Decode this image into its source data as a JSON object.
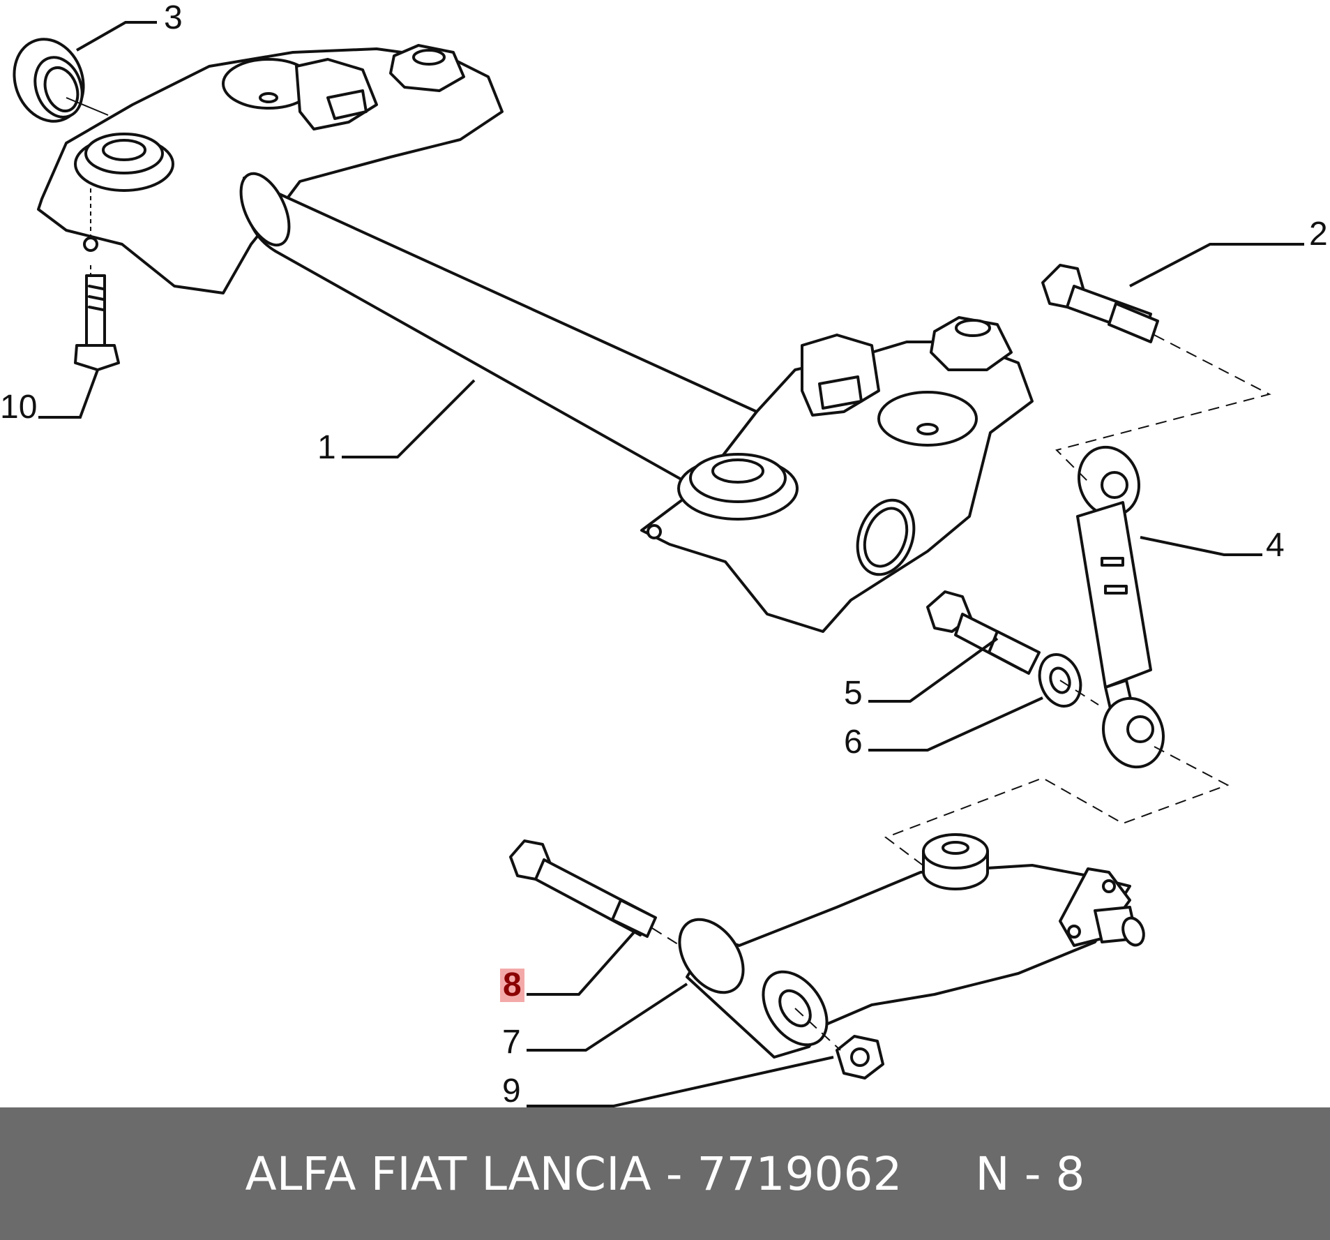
{
  "callouts": [
    {
      "id": "1",
      "label": "1"
    },
    {
      "id": "2",
      "label": "2"
    },
    {
      "id": "3",
      "label": "3"
    },
    {
      "id": "4",
      "label": "4"
    },
    {
      "id": "5",
      "label": "5"
    },
    {
      "id": "6",
      "label": "6"
    },
    {
      "id": "7",
      "label": "7"
    },
    {
      "id": "8",
      "label": "8",
      "highlighted": true
    },
    {
      "id": "9",
      "label": "9"
    },
    {
      "id": "10",
      "label": "10"
    }
  ],
  "footer": {
    "brand": "ALFA FIAT LANCIA",
    "separator": " - ",
    "part_number": "7719062",
    "position": "N - 8"
  },
  "colors": {
    "line": "#111111",
    "highlight_bg": "#f4a9a9",
    "highlight_text": "#8b0000",
    "footer_bg": "#6b6b6b",
    "footer_text": "#ffffff"
  }
}
